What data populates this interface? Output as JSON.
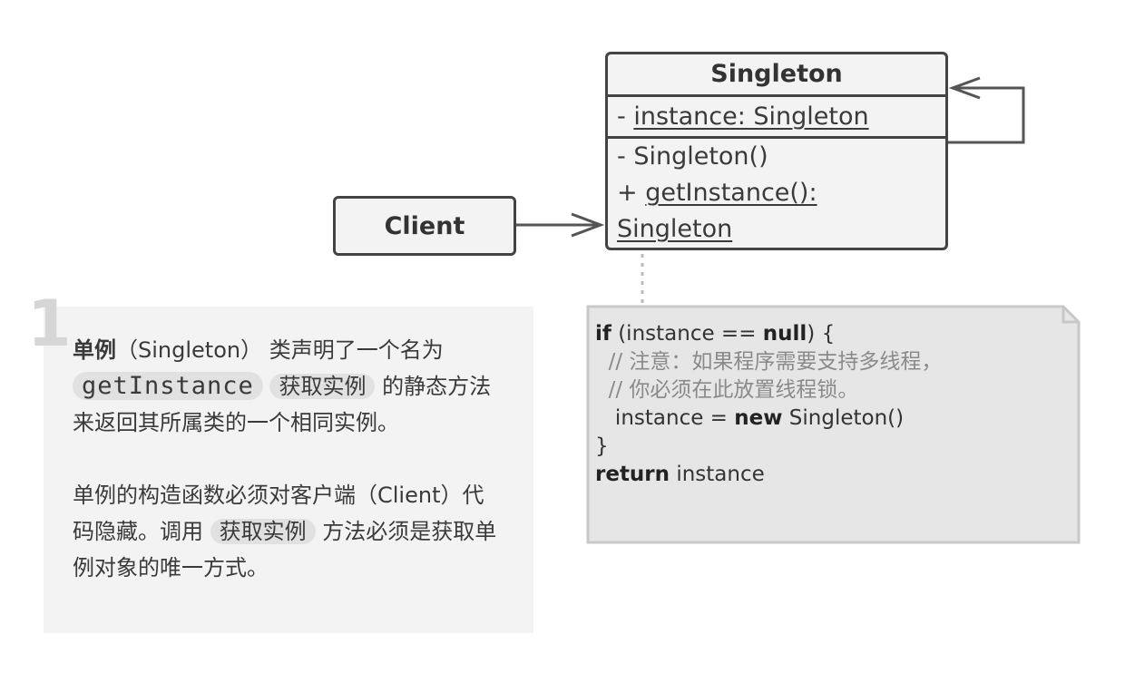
{
  "uml": {
    "class_name": "Singleton",
    "field_prefix": "- ",
    "field": "instance: Singleton",
    "method1": "- Singleton()",
    "method2_prefix": "+ ",
    "method2": "getInstance(): Singleton"
  },
  "client": {
    "label": "Client"
  },
  "note": {
    "number": "1",
    "p1_bold": "单例",
    "p1_a": "（Singleton） 类声明了一个名为",
    "p1_code": "getInstance",
    "p1_pill": "获取实例",
    "p1_b": "的静态方法来返回其所属类的一个相同实例。",
    "p2_a": "单例的构造函数必须对客户端（Client）代码隐藏。调用",
    "p2_pill": "获取实例",
    "p2_b": "方法必须是获取单例对象的唯一方式。"
  },
  "code": {
    "l1_kw": "if",
    "l1_a": " (instance == ",
    "l1_kw2": "null",
    "l1_b": ") {",
    "l2": "  // 注意：如果程序需要支持多线程，",
    "l3": "  // 你必须在此放置线程锁。",
    "l4_a": "   instance = ",
    "l4_kw": "new",
    "l4_b": " Singleton()",
    "l5": "}",
    "l6_kw": "return",
    "l6_a": " instance"
  },
  "colors": {
    "box_border": "#444444",
    "box_fill": "#f3f3f3",
    "note_fill": "#f3f3f3",
    "code_fill": "#e6e6e6"
  }
}
